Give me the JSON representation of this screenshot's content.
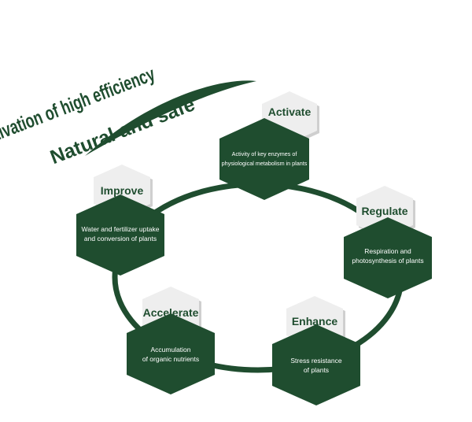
{
  "headline": {
    "line1": "Activation of high efficiency",
    "line2": "Natural and safe"
  },
  "colors": {
    "dark_green": "#1f4d2f",
    "light_hex": "#eeeeee"
  },
  "stages": {
    "activate": {
      "label": "Activate",
      "desc1": "Activity of key enzymes of",
      "desc2": "physiological metabolism in plants"
    },
    "regulate": {
      "label": "Regulate",
      "desc1": "Respiration and",
      "desc2": "photosynthesis of plants"
    },
    "enhance": {
      "label": "Enhance",
      "desc1": "Stress resistance",
      "desc2": "of plants"
    },
    "accelerate": {
      "label": "Accelerate",
      "desc1": "Accumulation",
      "desc2": "of organic nutrients"
    },
    "improve": {
      "label": "Improve",
      "desc1": "Water and fertilizer uptake",
      "desc2": "and conversion of plants"
    }
  }
}
